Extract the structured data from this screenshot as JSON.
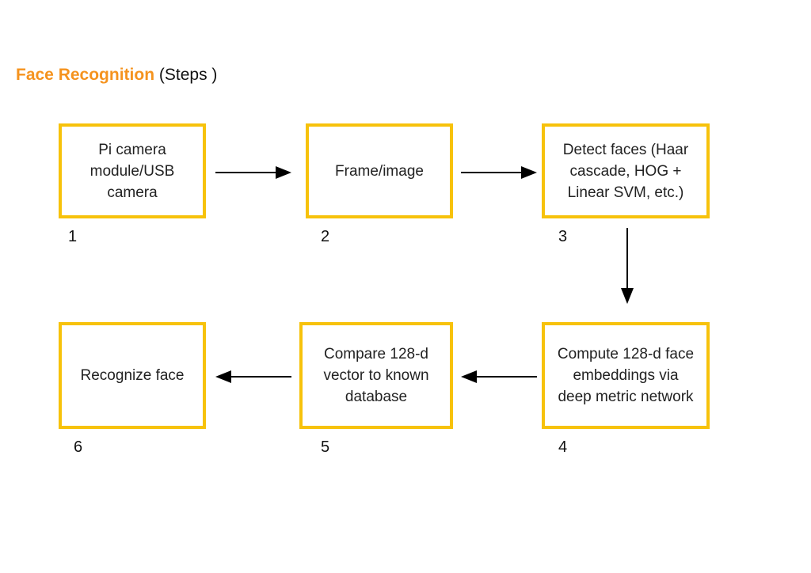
{
  "title": {
    "main": "Face Recognition",
    "suffix": "(Steps )",
    "accent_color": "#f5931e"
  },
  "box_border_color": "#f7c20b",
  "steps": [
    {
      "number": "1",
      "label": "Pi camera module/USB camera"
    },
    {
      "number": "2",
      "label": "Frame/image"
    },
    {
      "number": "3",
      "label": "Detect faces (Haar cascade, HOG + Linear SVM, etc.)"
    },
    {
      "number": "4",
      "label": "Compute 128-d face embeddings via deep metric network"
    },
    {
      "number": "5",
      "label": "Compare 128-d vector to known database"
    },
    {
      "number": "6",
      "label": "Recognize face"
    }
  ]
}
